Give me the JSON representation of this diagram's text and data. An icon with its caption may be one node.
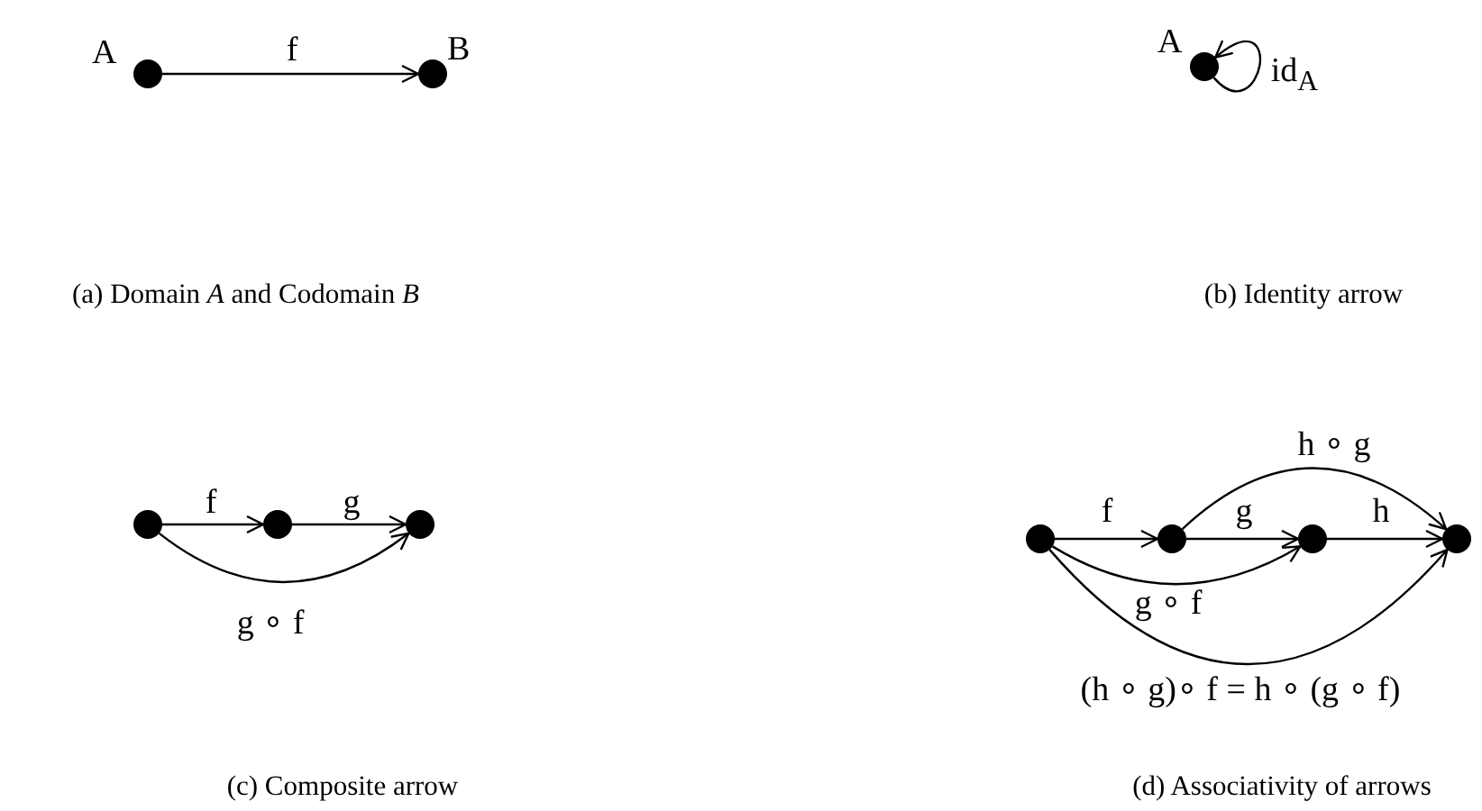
{
  "diagram": {
    "nodes": [
      {
        "text": [],
        "shape": "circle",
        "beside": [
          "A"
        ]
      },
      {
        "text": [],
        "shape": "circle",
        "beside": [
          "B"
        ]
      },
      {
        "text": [],
        "shape": "circle",
        "beside": [
          "A"
        ]
      },
      {
        "text": [],
        "shape": "circle"
      },
      {
        "text": [],
        "shape": "circle"
      },
      {
        "text": [],
        "shape": "circle"
      },
      {
        "text": [],
        "shape": "circle"
      },
      {
        "text": [],
        "shape": "circle"
      },
      {
        "text": [],
        "shape": "circle"
      },
      {
        "text": [],
        "shape": "circle"
      }
    ],
    "edges": [
      {
        "from": 0,
        "to": 1,
        "arrow": "to",
        "label": "f"
      },
      {
        "from": 2,
        "to": 2,
        "arrow": "to",
        "label": "id$_{A}$"
      },
      {
        "from": 3,
        "to": 4,
        "arrow": "to",
        "label": "f"
      },
      {
        "from": 4,
        "to": 5,
        "arrow": "to",
        "label": "g"
      },
      {
        "from": 3,
        "to": 5,
        "arrow": "to",
        "label": "g ∘ f"
      },
      {
        "from": 6,
        "to": 7,
        "arrow": "to",
        "label": "f"
      },
      {
        "from": 7,
        "to": 8,
        "arrow": "to",
        "label": "g"
      },
      {
        "from": 8,
        "to": 9,
        "arrow": "to",
        "label": "h"
      },
      {
        "from": 7,
        "to": 9,
        "arrow": "to",
        "label": "h ∘ g"
      },
      {
        "from": 6,
        "to": 8,
        "arrow": "to",
        "label": "g ∘ f"
      },
      {
        "from": 6,
        "to": 9,
        "arrow": "to",
        "label": "(h ∘ g)∘ f = h ∘ (g ∘ f)"
      }
    ],
    "labels": [
      "(a)  Domain *A* and Codomain *B*",
      "(b)  Identity arrow",
      "(c)  Composite arrow",
      "(d)  Associativity of arrows"
    ]
  }
}
